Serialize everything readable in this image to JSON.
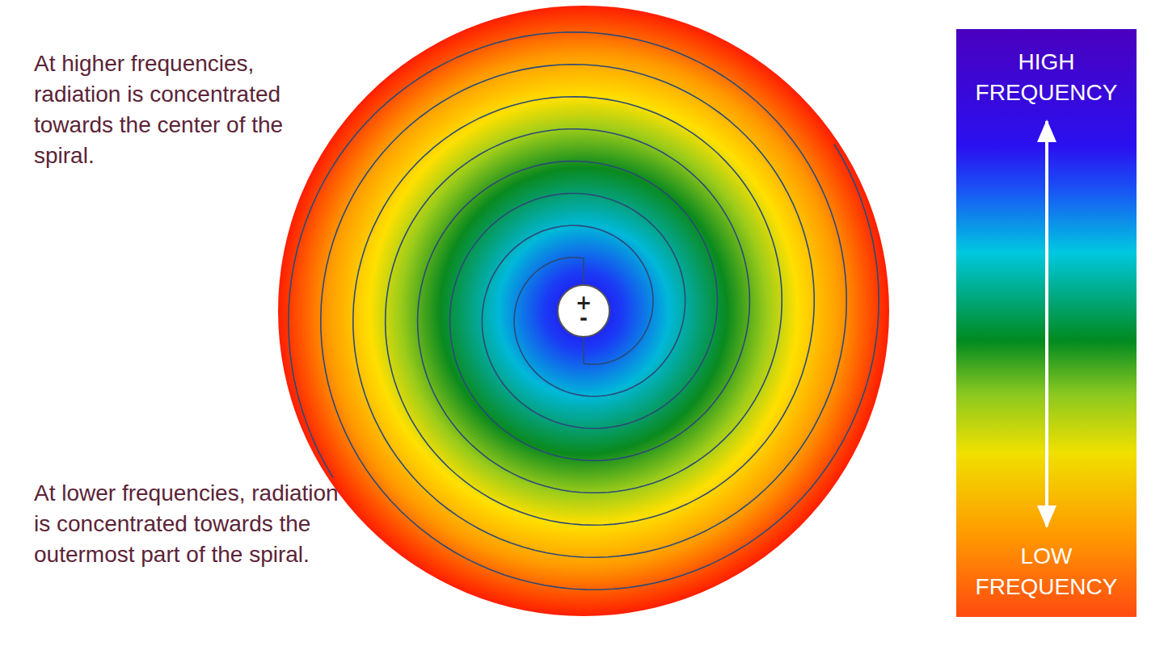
{
  "diagram": {
    "nodes": [
      {
        "text": [
          "+",
          "-"
        ]
      },
      {
        "text": [
          "HIGH FREQUENCY",
          "LOW FREQUENCY"
        ]
      }
    ],
    "labels": [
      "At higher frequencies, radiation is concentrated towards the center of the spiral.",
      "At lower frequencies, radiation is concentrated towards the outermost part of the spiral."
    ]
  }
}
